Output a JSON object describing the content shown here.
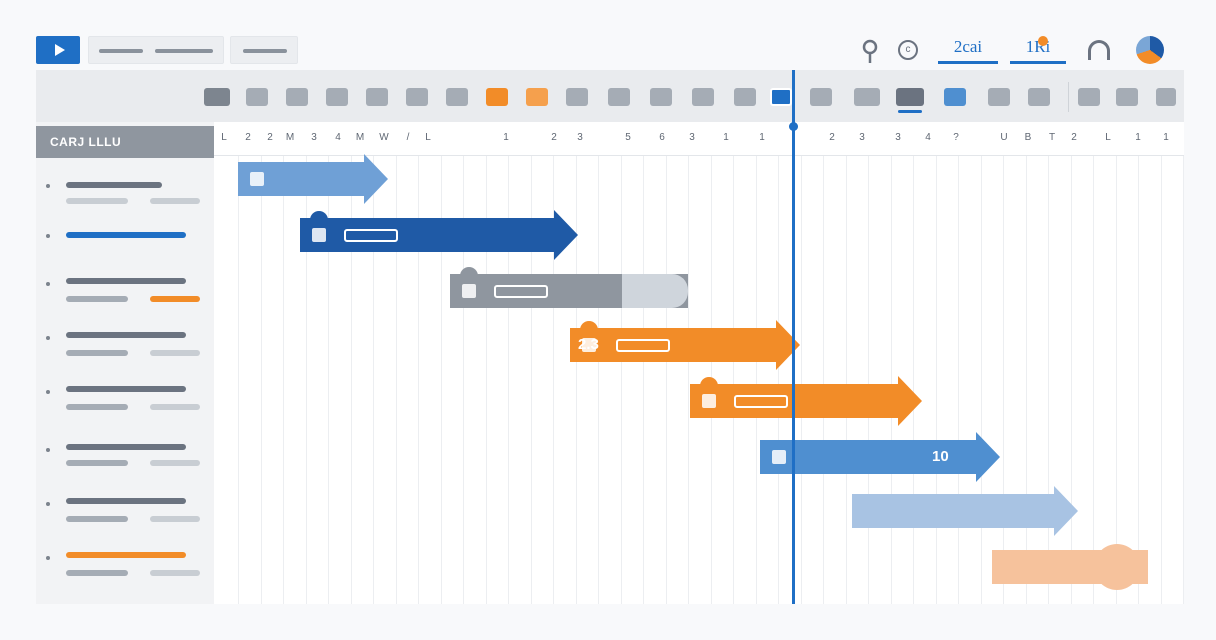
{
  "topbar": {
    "link_tabs": [
      {
        "label": "2cai",
        "has_badge": false
      },
      {
        "label": "1Ri",
        "has_badge": true,
        "badge_color": "#f28c28"
      }
    ],
    "icons": [
      "pin-icon",
      "clock-icon",
      "arch-icon"
    ]
  },
  "colors": {
    "accent": "#1f6fc5",
    "dark_blue": "#1f5aa6",
    "orange": "#f28c28",
    "gray": "#8a929c",
    "light_blue": "#7aa6d6",
    "pale_orange": "#f6b888"
  },
  "left_panel": {
    "header": "CARJ LLLU"
  },
  "timeline": {
    "ticks_a": [
      "L",
      "2",
      "2",
      "M",
      "3",
      "4",
      "M",
      "W",
      "/",
      "L"
    ],
    "ticks_b": [
      "1",
      "2",
      "3",
      "5",
      "6",
      "3",
      "1",
      "1"
    ],
    "ticks_c": [
      "2",
      "3",
      "3",
      "4",
      "?",
      "U",
      "B",
      "T",
      "2",
      "L",
      "1",
      "1"
    ]
  },
  "tasks": [
    {
      "id": "t1",
      "label": "",
      "color": "#6fa0d6",
      "start": 0,
      "end": 150
    },
    {
      "id": "t2",
      "label": "",
      "color": "#1f5aa6",
      "start": 62,
      "end": 340
    },
    {
      "id": "t3",
      "label": "",
      "color": "#8f969f",
      "start": 212,
      "end": 450
    },
    {
      "id": "t4",
      "label": "2.3",
      "color": "#f28c28",
      "start": 332,
      "end": 562
    },
    {
      "id": "t5",
      "label": "",
      "color": "#f28c28",
      "start": 452,
      "end": 684
    },
    {
      "id": "t6",
      "label": "10",
      "color": "#4f8fd0",
      "start": 522,
      "end": 762
    },
    {
      "id": "t7",
      "label": "",
      "color": "#a8c3e3",
      "start": 614,
      "end": 840
    },
    {
      "id": "t8",
      "label": "",
      "color": "#f6c29c",
      "start": 754,
      "end": 910
    }
  ]
}
